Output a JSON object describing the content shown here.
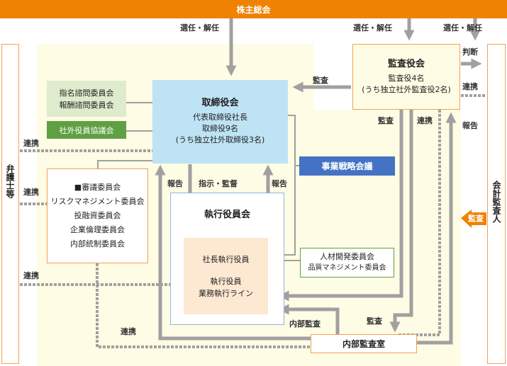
{
  "colors": {
    "orange": "#ef8200",
    "orange_border": "#f5a050",
    "gray_line": "#a0a0a0",
    "light_yellow": "#fefce4",
    "board_blue": "#bde3f5",
    "strategy_blue": "#4472c4",
    "green": "#5fa043",
    "light_green": "#deebcc",
    "peach": "#fde8d2"
  },
  "shareholders_meeting": "株主総会",
  "labels": {
    "elect_dismiss_board": "選任・解任",
    "elect_dismiss_auditors": "選任・解任",
    "elect_dismiss_accounting": "選任・解任",
    "audit_to_board": "監査",
    "judgment": "判断",
    "coop_auditor_accounting": "連携",
    "audit_down": "監査",
    "coop_down": "連携",
    "report_up": "報告",
    "coop_lawyer_top": "連携",
    "coop_lawyer_mid": "連携",
    "coop_lawyer_bottom": "連携",
    "report_left": "報告",
    "instruct_supervise": "指示・監督",
    "report_right": "報告",
    "internal_audit": "内部監査",
    "audit_to_internal": "監査",
    "coop_bottom": "連携",
    "accounting_audit": "監査"
  },
  "lawyers": "弁護士等",
  "accounting_auditor": "会計監査人",
  "nomination_committee": {
    "line1": "指名諮問委員会",
    "line2": "報酬諮問委員会"
  },
  "outside_officers_council": "社外役員協議会",
  "board": {
    "title": "取締役会",
    "line1": "代表取締役社長",
    "line2": "取締役9名",
    "line3": "(うち独立社外取締役3名)"
  },
  "audit_board": {
    "title": "監査役会",
    "line1": "監査役4名",
    "line2": "(うち独立社外監査役2名)"
  },
  "strategy_meeting": "事業戦略会議",
  "committees": [
    "■審議委員会",
    "リスクマネジメント委員会",
    "投融資委員会",
    "企業倫理委員会",
    "内部統制委員会"
  ],
  "executive_committee": {
    "title": "執行役員会",
    "president": "社長執行役員",
    "officers_line1": "執行役員",
    "officers_line2": "業務執行ライン"
  },
  "hr_committee": {
    "line1": "人材開発委員会",
    "line2": "品質マネジメント委員会"
  },
  "internal_audit_office": "内部監査室"
}
